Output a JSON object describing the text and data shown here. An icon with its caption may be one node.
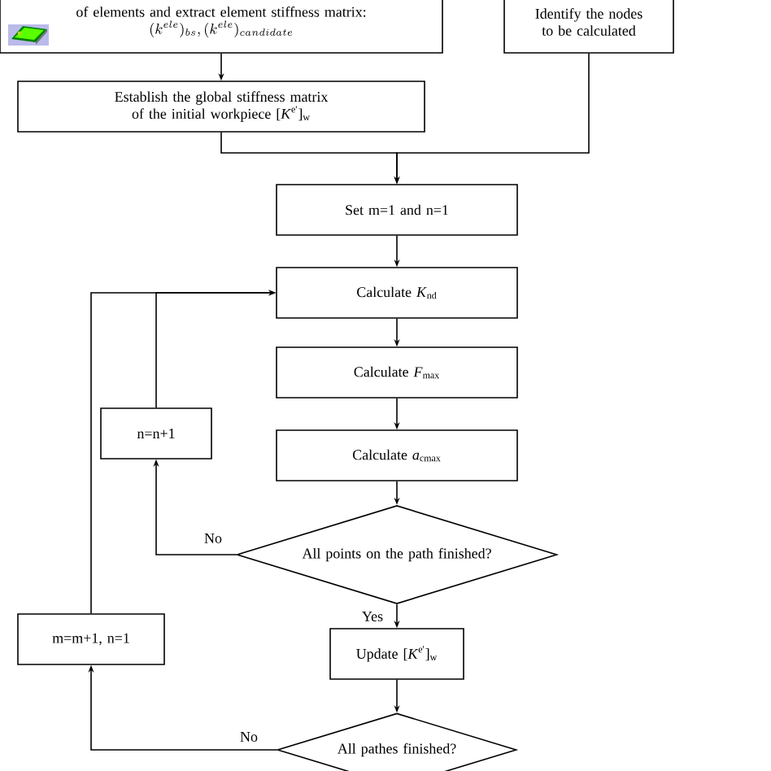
{
  "diagram": {
    "nodes": [
      {
        "text": [
          "of elements and extract element stiffness matrix:",
          "(k^{ele})_{bs},(k^{ele})_{candidate}"
        ]
      },
      {
        "text": [
          "Identify the nodes to be calculated"
        ]
      },
      {
        "text": [
          "Establish the global stiffness matrix of the initial workpiece [*K*$^{e'}$]$_{w}$"
        ]
      },
      {
        "text": [
          "Set m=1 and n=1"
        ]
      },
      {
        "text": [
          "Calculate *K*$_{nd}$"
        ]
      },
      {
        "text": [
          "Calculate *F*$_{max}$"
        ]
      },
      {
        "text": [
          "Calculate *a*$_{cmax}$"
        ]
      },
      {
        "text": [
          "All points on the path finished?"
        ]
      },
      {
        "text": [
          "Update [*K*$^{e'}$]$_{w}$"
        ]
      },
      {
        "text": [
          "All pathes finished?"
        ]
      },
      {
        "text": [
          "n=n+1"
        ]
      },
      {
        "text": [
          "m=m+1, n=1"
        ]
      }
    ],
    "edges": [
      {
        "from": 0,
        "to": 2,
        "arrow": "to"
      },
      {
        "from": 2,
        "to": 3,
        "arrow": "to"
      },
      {
        "from": 1,
        "to": 3,
        "arrow": "to"
      },
      {
        "from": 3,
        "to": 4,
        "arrow": "to"
      },
      {
        "from": 4,
        "to": 5,
        "arrow": "to"
      },
      {
        "from": 5,
        "to": 6,
        "arrow": "to"
      },
      {
        "from": 6,
        "to": 7,
        "arrow": "to"
      },
      {
        "from": 7,
        "to": 10,
        "arrow": "to",
        "label": "No"
      },
      {
        "from": 10,
        "to": 4,
        "arrow": "to"
      },
      {
        "from": 7,
        "to": 8,
        "arrow": "to",
        "label": "Yes"
      },
      {
        "from": 8,
        "to": 9,
        "arrow": "to"
      },
      {
        "from": 9,
        "to": 11,
        "arrow": "to",
        "label": "No"
      },
      {
        "from": 11,
        "to": 4,
        "arrow": "to"
      }
    ]
  }
}
